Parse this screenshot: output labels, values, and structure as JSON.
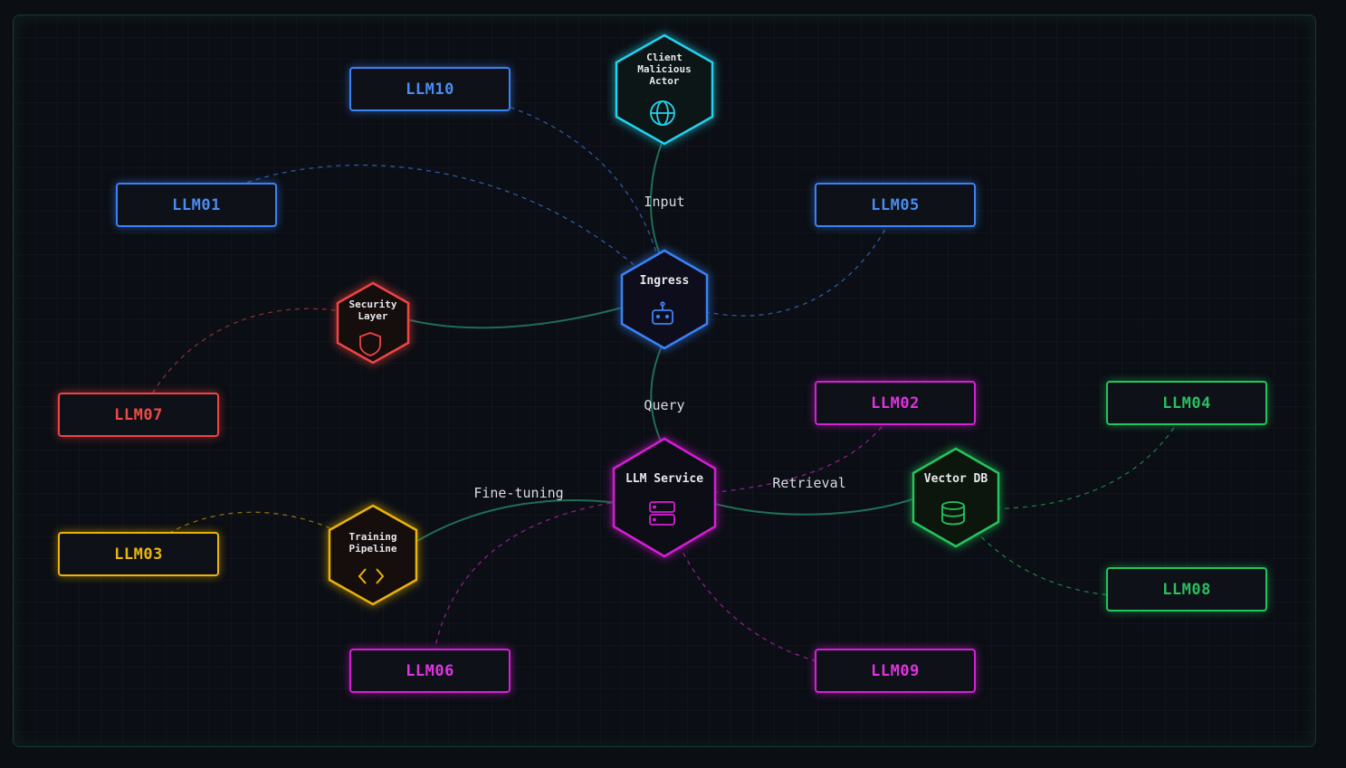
{
  "colors": {
    "cyan": "#22d3ee",
    "blue": "#3b82f6",
    "magenta": "#d61fd6",
    "green": "#22c55e",
    "red": "#ef4444",
    "yellow": "#eab308",
    "edge": "#1f6e55"
  },
  "hex_nodes": [
    {
      "id": "client",
      "label": "Client\nMalicious\nActor",
      "icon": "globe-icon",
      "color": "cyan"
    },
    {
      "id": "ingress",
      "label": "Ingress",
      "icon": "robot-icon",
      "color": "blue"
    },
    {
      "id": "llm_service",
      "label": "LLM Service",
      "icon": "server-icon",
      "color": "magenta"
    },
    {
      "id": "vector_db",
      "label": "Vector DB",
      "icon": "database-icon",
      "color": "green"
    },
    {
      "id": "security",
      "label": "Security\nLayer",
      "icon": "shield-icon",
      "color": "red"
    },
    {
      "id": "training",
      "label": "Training\nPipeline",
      "icon": "code-icon",
      "color": "yellow"
    }
  ],
  "edges": [
    {
      "from": "client",
      "to": "ingress",
      "label": "Input"
    },
    {
      "from": "ingress",
      "to": "llm_service",
      "label": "Query"
    },
    {
      "from": "llm_service",
      "to": "vector_db",
      "label": "Retrieval"
    },
    {
      "from": "training",
      "to": "llm_service",
      "label": "Fine-tuning"
    },
    {
      "from": "security",
      "to": "ingress",
      "label": ""
    }
  ],
  "risk_boxes": [
    {
      "id": "LLM10",
      "label": "LLM10",
      "color": "blue",
      "target": "ingress"
    },
    {
      "id": "LLM01",
      "label": "LLM01",
      "color": "blue",
      "target": "ingress"
    },
    {
      "id": "LLM05",
      "label": "LLM05",
      "color": "blue",
      "target": "ingress"
    },
    {
      "id": "LLM07",
      "label": "LLM07",
      "color": "red",
      "target": "security"
    },
    {
      "id": "LLM02",
      "label": "LLM02",
      "color": "magenta",
      "target": "llm_service"
    },
    {
      "id": "LLM04",
      "label": "LLM04",
      "color": "green",
      "target": "vector_db"
    },
    {
      "id": "LLM03",
      "label": "LLM03",
      "color": "yellow",
      "target": "training"
    },
    {
      "id": "LLM08",
      "label": "LLM08",
      "color": "green",
      "target": "vector_db"
    },
    {
      "id": "LLM06",
      "label": "LLM06",
      "color": "magenta",
      "target": "llm_service"
    },
    {
      "id": "LLM09",
      "label": "LLM09",
      "color": "magenta",
      "target": "llm_service"
    }
  ]
}
